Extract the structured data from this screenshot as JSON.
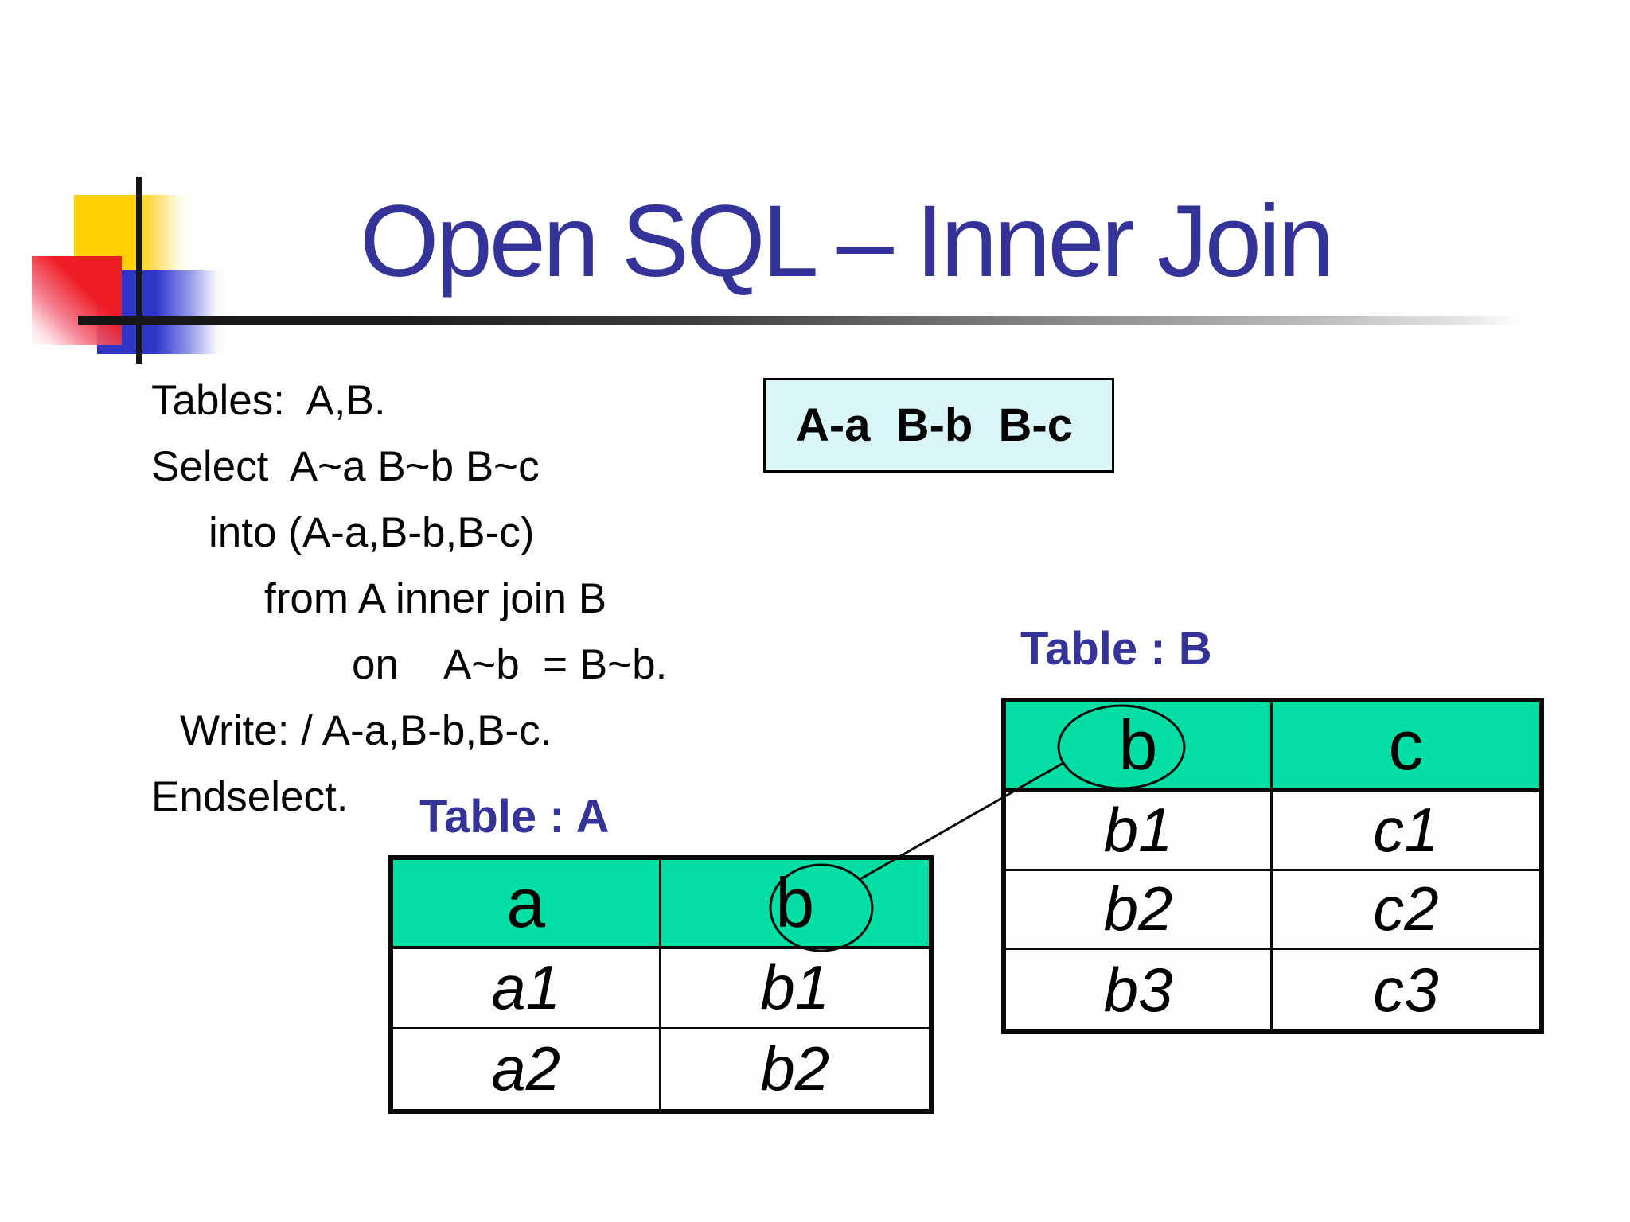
{
  "slide": {
    "title": "Open SQL – Inner Join",
    "code": {
      "lines": [
        "Tables:  A,B.",
        "Select  A~a B~b B~c",
        "into (A-a,B-b,B-c)",
        "from A inner join B",
        "on    A~b  = B~b.",
        "Write: / A-a,B-b,B-c.",
        "Endselect."
      ]
    },
    "result_box": {
      "text": "A-a  B-b  B-c"
    },
    "table_a": {
      "label": "Table : A",
      "headers": [
        "a",
        "b"
      ],
      "rows": [
        [
          "a1",
          "b1"
        ],
        [
          "a2",
          "b2"
        ]
      ]
    },
    "table_b": {
      "label": "Table : B",
      "headers": [
        "b",
        "c"
      ],
      "rows": [
        [
          "b1",
          "c1"
        ],
        [
          "b2",
          "c2"
        ],
        [
          "b3",
          "c3"
        ]
      ]
    },
    "annotations": {
      "join_highlight": "ellipse around column b of Table A linked by a line to ellipse around column b of Table B"
    },
    "colors": {
      "title_blue": "#333399",
      "label_blue": "#333399",
      "table_header_green": "#03DEA4",
      "result_box_cyan": "#D9F5F8",
      "deco_yellow": "#FFD104",
      "deco_red": "#EE1C25",
      "deco_blue": "#2E35C8",
      "line_black": "#0A0A0A"
    }
  }
}
